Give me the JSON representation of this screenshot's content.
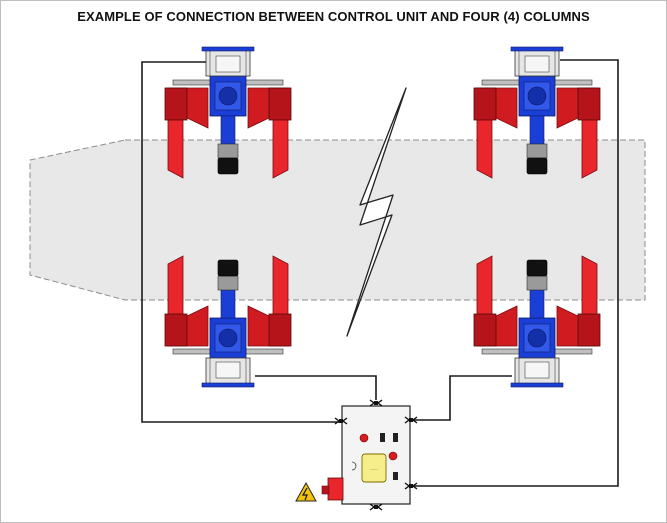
{
  "diagram": {
    "title": "EXAMPLE OF CONNECTION BETWEEN CONTROL UNIT AND FOUR (4) COLUMNS",
    "columns": [
      {
        "id": "column-top-left",
        "orientation": "down"
      },
      {
        "id": "column-top-right",
        "orientation": "down"
      },
      {
        "id": "column-bottom-left",
        "orientation": "up"
      },
      {
        "id": "column-bottom-right",
        "orientation": "up"
      }
    ],
    "control_unit": {
      "id": "control-unit",
      "display_text": "····"
    },
    "icons": [
      "warning-icon",
      "lightning-break-icon",
      "power-plug-icon"
    ],
    "colors": {
      "column_red": "#e8262b",
      "column_dark_red": "#b5151a",
      "column_blue": "#1b3fd6",
      "cable": "#1a1a1a",
      "vehicle_fill": "#e8e8e8",
      "vehicle_outline": "#8c8c8c",
      "warning_yellow": "#f4c20d",
      "display_yellow": "#f5ee8a"
    }
  }
}
